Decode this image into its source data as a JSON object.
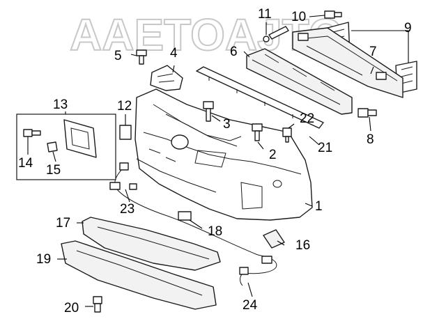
{
  "watermark": "AAETOAJTO",
  "callouts": {
    "c1": "1",
    "c2": "2",
    "c3": "3",
    "c4": "4",
    "c5": "5",
    "c6": "6",
    "c7": "7",
    "c8": "8",
    "c9": "9",
    "c10": "10",
    "c11": "11",
    "c12": "12",
    "c13": "13",
    "c14": "14",
    "c15": "15",
    "c16": "16",
    "c17": "17",
    "c18": "18",
    "c19": "19",
    "c20": "20",
    "c21": "21",
    "c22": "22",
    "c23": "23",
    "c24": "24"
  }
}
